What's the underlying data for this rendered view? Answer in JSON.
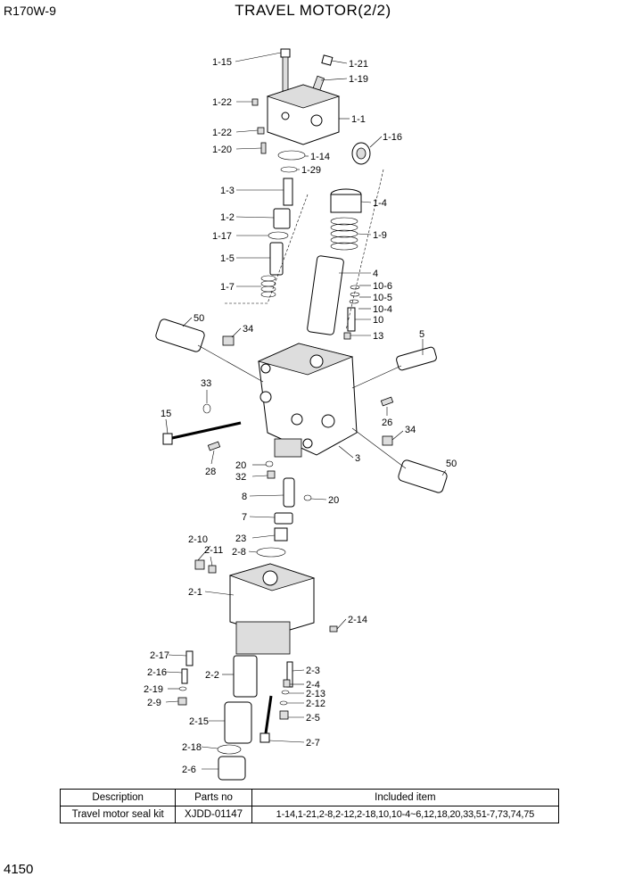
{
  "header": {
    "model": "R170W-9",
    "title": "TRAVEL MOTOR(2/2)"
  },
  "footer": {
    "page_number": "4150"
  },
  "diagram": {
    "callouts": [
      {
        "id": "c1",
        "label": "1-15"
      },
      {
        "id": "c2",
        "label": "1-21"
      },
      {
        "id": "c3",
        "label": "1-19"
      },
      {
        "id": "c4",
        "label": "1-22"
      },
      {
        "id": "c5",
        "label": "1-1"
      },
      {
        "id": "c6",
        "label": "1-22"
      },
      {
        "id": "c7",
        "label": "1-16"
      },
      {
        "id": "c8",
        "label": "1-20"
      },
      {
        "id": "c9",
        "label": "1-14"
      },
      {
        "id": "c10",
        "label": "1-29"
      },
      {
        "id": "c11",
        "label": "1-3"
      },
      {
        "id": "c12",
        "label": "1-4"
      },
      {
        "id": "c13",
        "label": "1-2"
      },
      {
        "id": "c14",
        "label": "1-9"
      },
      {
        "id": "c15",
        "label": "1-17"
      },
      {
        "id": "c16",
        "label": "1-5"
      },
      {
        "id": "c17",
        "label": "4"
      },
      {
        "id": "c18",
        "label": "10-6"
      },
      {
        "id": "c19",
        "label": "1-7"
      },
      {
        "id": "c20",
        "label": "10-5"
      },
      {
        "id": "c21",
        "label": "10-4"
      },
      {
        "id": "c22",
        "label": "10"
      },
      {
        "id": "c23",
        "label": "50"
      },
      {
        "id": "c24",
        "label": "34"
      },
      {
        "id": "c25",
        "label": "13"
      },
      {
        "id": "c26",
        "label": "5"
      },
      {
        "id": "c27",
        "label": "33"
      },
      {
        "id": "c28",
        "label": "26"
      },
      {
        "id": "c29",
        "label": "15"
      },
      {
        "id": "c30",
        "label": "34"
      },
      {
        "id": "c31",
        "label": "28"
      },
      {
        "id": "c32",
        "label": "3"
      },
      {
        "id": "c33",
        "label": "20"
      },
      {
        "id": "c34",
        "label": "32"
      },
      {
        "id": "c35",
        "label": "50"
      },
      {
        "id": "c36",
        "label": "8"
      },
      {
        "id": "c37",
        "label": "20"
      },
      {
        "id": "c38",
        "label": "7"
      },
      {
        "id": "c39",
        "label": "23"
      },
      {
        "id": "c40",
        "label": "2-10"
      },
      {
        "id": "c41",
        "label": "2-8"
      },
      {
        "id": "c42",
        "label": "2-11"
      },
      {
        "id": "c43",
        "label": "2-1"
      },
      {
        "id": "c44",
        "label": "2-14"
      },
      {
        "id": "c45",
        "label": "2-17"
      },
      {
        "id": "c46",
        "label": "2-3"
      },
      {
        "id": "c47",
        "label": "2-16"
      },
      {
        "id": "c48",
        "label": "2-2"
      },
      {
        "id": "c49",
        "label": "2-4"
      },
      {
        "id": "c50",
        "label": "2-19"
      },
      {
        "id": "c51",
        "label": "2-13"
      },
      {
        "id": "c52",
        "label": "2-9"
      },
      {
        "id": "c53",
        "label": "2-12"
      },
      {
        "id": "c54",
        "label": "2-5"
      },
      {
        "id": "c55",
        "label": "2-15"
      },
      {
        "id": "c56",
        "label": "2-7"
      },
      {
        "id": "c57",
        "label": "2-18"
      },
      {
        "id": "c58",
        "label": "2-6"
      }
    ]
  },
  "parts_table": {
    "headers": [
      "Description",
      "Parts no",
      "Included item"
    ],
    "rows": [
      [
        "Travel motor seal kit",
        "XJDD-01147",
        "1-14,1-21,2-8,2-12,2-18,10,10-4~6,12,18,20,33,51-7,73,74,75"
      ]
    ]
  }
}
